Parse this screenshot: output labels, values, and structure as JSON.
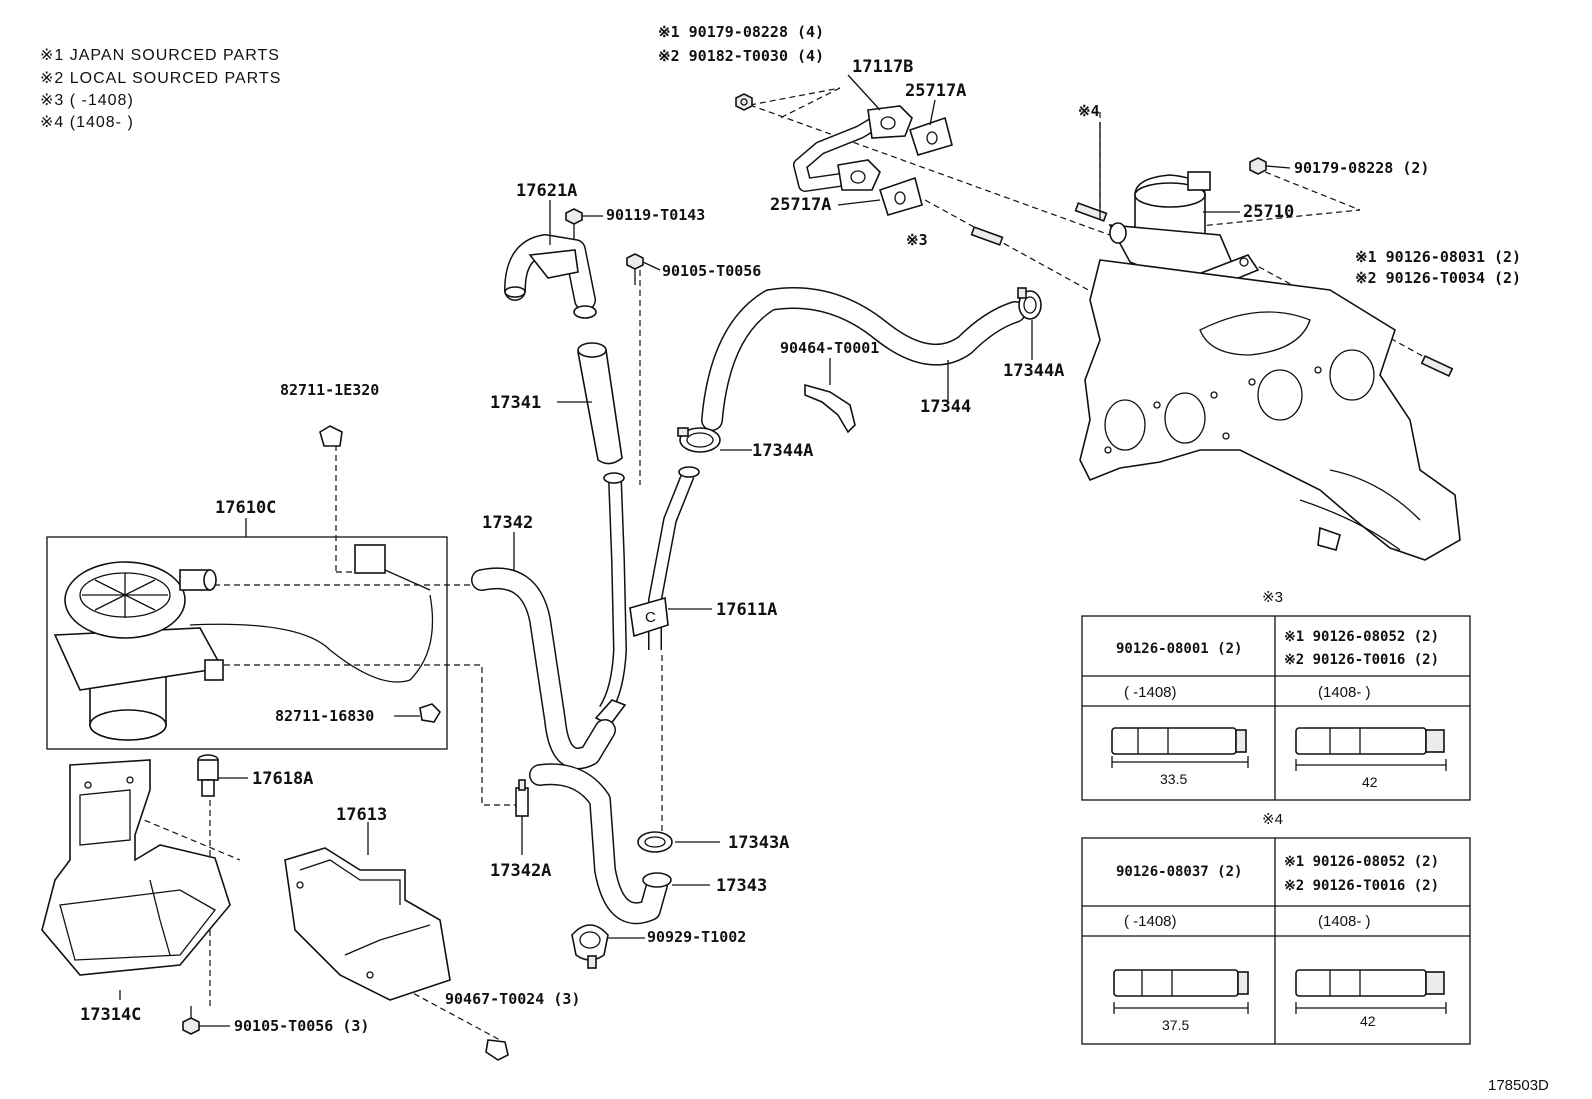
{
  "notes": [
    "※1 JAPAN SOURCED PARTS",
    "※2 LOCAL SOURCED PARTS",
    "※3 (      -1408)",
    "※4 (1408-      )"
  ],
  "labels": {
    "p190179": "※1 90179-08228 (4)",
    "p290182": "※2 90182-T0030 (4)",
    "p17117B": "17117B",
    "p25717A_top": "25717A",
    "p25717A_left": "25717A",
    "p17621A": "17621A",
    "p90119": "90119-T0143",
    "p90105_top": "90105-T0056",
    "m4": "※4",
    "p90179r": "90179-08228 (2)",
    "p25710": "25710",
    "m3": "※3",
    "p1_90126_08031": "※1 90126-08031 (2)",
    "p2_90126_T0034": "※2 90126-T0034 (2)",
    "p90464": "90464-T0001",
    "p17344": "17344",
    "p17344A_r": "17344A",
    "p17341": "17341",
    "p17344A_m": "17344A",
    "p82711_1E320": "82711-1E320",
    "p17610C": "17610C",
    "p17342": "17342",
    "p17611A": "17611A",
    "p82711_16830": "82711-16830",
    "p17618A": "17618A",
    "p17613": "17613",
    "p17342A": "17342A",
    "p17343A": "17343A",
    "p17343": "17343",
    "p90929": "90929-T1002",
    "p90467": "90467-T0024 (3)",
    "p17314C": "17314C",
    "p90105_bot": "90105-T0056 (3)",
    "diagram_code": "178503D"
  },
  "table3": {
    "marker": "※3",
    "left_part": "90126-08001 (2)",
    "right_part_1": "※1 90126-08052 (2)",
    "right_part_2": "※2 90126-T0016 (2)",
    "left_range": "(      -1408)",
    "right_range": "(1408-      )",
    "left_dim": "33.5",
    "right_dim": "42"
  },
  "table4": {
    "marker": "※4",
    "left_part": "90126-08037 (2)",
    "right_part_1": "※1 90126-08052 (2)",
    "right_part_2": "※2 90126-T0016 (2)",
    "left_range": "(      -1408)",
    "right_range": "(1408-      )",
    "left_dim": "37.5",
    "right_dim": "42"
  }
}
